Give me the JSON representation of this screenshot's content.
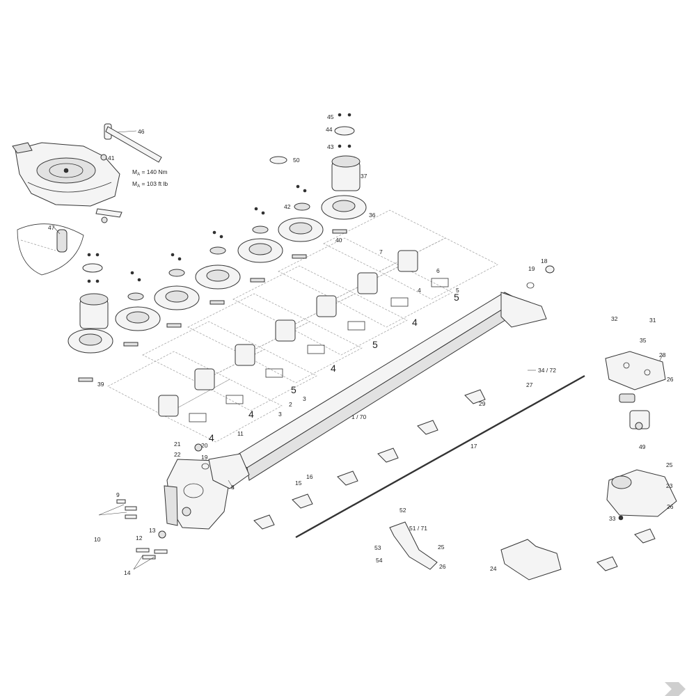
{
  "torque": {
    "line1": "M",
    "sub1": "A",
    "val1": " = 140 Nm",
    "line2": "M",
    "sub2": "A",
    "val2": " = 103 ft lb"
  },
  "group_labels": [
    "5",
    "4",
    "5",
    "4",
    "5",
    "4",
    "4"
  ],
  "callouts": {
    "c1_70": "1 / 70",
    "c2": "2",
    "c3a": "3",
    "c3b": "3",
    "c4": "4",
    "c5": "5",
    "c6": "6",
    "c7": "7",
    "c8": "8",
    "c9": "9",
    "c10": "10",
    "c11": "11",
    "c12": "12",
    "c13": "13",
    "c14": "14",
    "c15": "15",
    "c16": "16",
    "c17": "17",
    "c18": "18",
    "c19a": "19",
    "c19b": "19",
    "c20": "20",
    "c21": "21",
    "c22": "22",
    "c23": "23",
    "c24": "24",
    "c25a": "25",
    "c25b": "25",
    "c26a": "26",
    "c26b": "26",
    "c26c": "26",
    "c27": "27",
    "c28": "28",
    "c29": "29",
    "c31": "31",
    "c32": "32",
    "c33": "33",
    "c34_72": "34 / 72",
    "c35": "35",
    "c36": "36",
    "c37": "37",
    "c39": "39",
    "c40": "40",
    "c41": "41",
    "c42": "42",
    "c43": "43",
    "c44": "44",
    "c45": "45",
    "c46": "46",
    "c47": "47",
    "c49": "49",
    "c50": "50",
    "c51_71": "51 / 71",
    "c52": "52",
    "c53": "53",
    "c54": "54"
  },
  "colors": {
    "line": "#333333",
    "fill": "#f4f4f4",
    "shade": "#e2e2e2",
    "dashed": "#9a9a9a"
  }
}
